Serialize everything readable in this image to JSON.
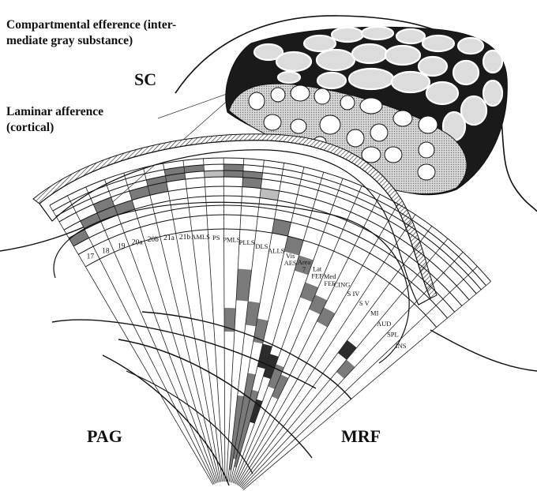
{
  "figure": {
    "labels": {
      "compartmental_line1": "Compartmental efference (inter-",
      "compartmental_line2": "mediate gray substance)",
      "sc": "SC",
      "laminar_line1": "Laminar afference",
      "laminar_line2": "(cortical)",
      "pag": "PAG",
      "mrf": "MRF"
    },
    "cortical_areas": [
      {
        "line1": "17",
        "line2": ""
      },
      {
        "line1": "18",
        "line2": ""
      },
      {
        "line1": "19",
        "line2": ""
      },
      {
        "line1": "20a",
        "line2": ""
      },
      {
        "line1": "20b",
        "line2": ""
      },
      {
        "line1": "21a",
        "line2": ""
      },
      {
        "line1": "21b",
        "line2": ""
      },
      {
        "line1": "AMLS",
        "line2": ""
      },
      {
        "line1": "PS",
        "line2": ""
      },
      {
        "line1": "PMLS",
        "line2": ""
      },
      {
        "line1": "PLLS",
        "line2": ""
      },
      {
        "line1": "DLS",
        "line2": ""
      },
      {
        "line1": "ALLS",
        "line2": ""
      },
      {
        "line1": "Vis",
        "line2": "AES"
      },
      {
        "line1": "Area",
        "line2": "7"
      },
      {
        "line1": "Lat",
        "line2": "FEF"
      },
      {
        "line1": "Med",
        "line2": "FEF"
      },
      {
        "line1": "CING",
        "line2": ""
      },
      {
        "line1": "S IV",
        "line2": ""
      },
      {
        "line1": "S V",
        "line2": ""
      },
      {
        "line1": "MI",
        "line2": ""
      },
      {
        "line1": "AUD",
        "line2": ""
      },
      {
        "line1": "SPL",
        "line2": ""
      },
      {
        "line1": "INS",
        "line2": ""
      }
    ]
  }
}
